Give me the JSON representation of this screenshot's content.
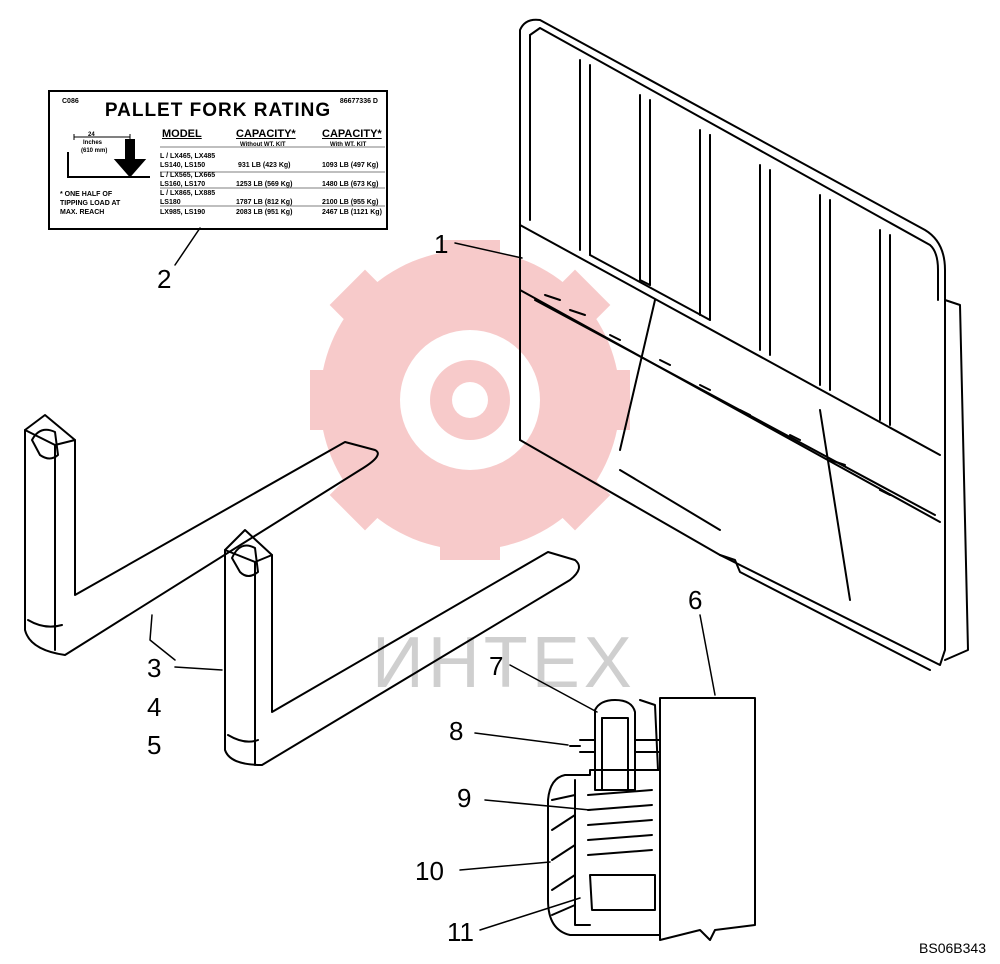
{
  "callouts": [
    {
      "id": "1",
      "label": "1"
    },
    {
      "id": "2",
      "label": "2"
    },
    {
      "id": "3",
      "label": "3"
    },
    {
      "id": "4",
      "label": "4"
    },
    {
      "id": "5",
      "label": "5"
    },
    {
      "id": "6",
      "label": "6"
    },
    {
      "id": "7",
      "label": "7"
    },
    {
      "id": "8",
      "label": "8"
    },
    {
      "id": "9",
      "label": "9"
    },
    {
      "id": "10",
      "label": "10"
    },
    {
      "id": "11",
      "label": "11"
    }
  ],
  "decal": {
    "code_left": "C086",
    "code_right": "86677336 D",
    "title": "PALLET FORK RATING",
    "col_model": "MODEL",
    "col_cap1": "CAPACITY*",
    "col_cap1_sub": "Without WT. KIT",
    "col_cap2": "CAPACITY*",
    "col_cap2_sub": "With WT. KIT",
    "dim_1": "24",
    "dim_2": "Inches",
    "dim_3": "(610 mm)",
    "note_1": "* ONE HALF OF",
    "note_2": "TIPPING LOAD AT",
    "note_3": "MAX. REACH",
    "rows": [
      {
        "model_1": "L / LX465, LX485",
        "model_2": "LS140, LS150",
        "cap1": "931 LB (423 Kg)",
        "cap2": "1093 LB  (497 Kg)"
      },
      {
        "model_1": "L / LX565, LX665",
        "model_2": "LS160, LS170",
        "cap1": "1253 LB (569 Kg)",
        "cap2": "1480 LB  (673 Kg)"
      },
      {
        "model_1": "L / LX865, LX885",
        "model_2": "LS180",
        "cap1": "1787 LB (812 Kg)",
        "cap2": "2100 LB  (955 Kg)"
      },
      {
        "model_1": "LX985, LS190",
        "model_2": "",
        "cap1": "2083 LB (951 Kg)",
        "cap2": "2467 LB  (1121 Kg)"
      }
    ]
  },
  "watermark_text": "ИНТЕХ",
  "doc_id": "BS06B343",
  "colors": {
    "line": "#000000",
    "watermark": "#f2a0a0",
    "watermark_text": "#cfcfcf"
  }
}
